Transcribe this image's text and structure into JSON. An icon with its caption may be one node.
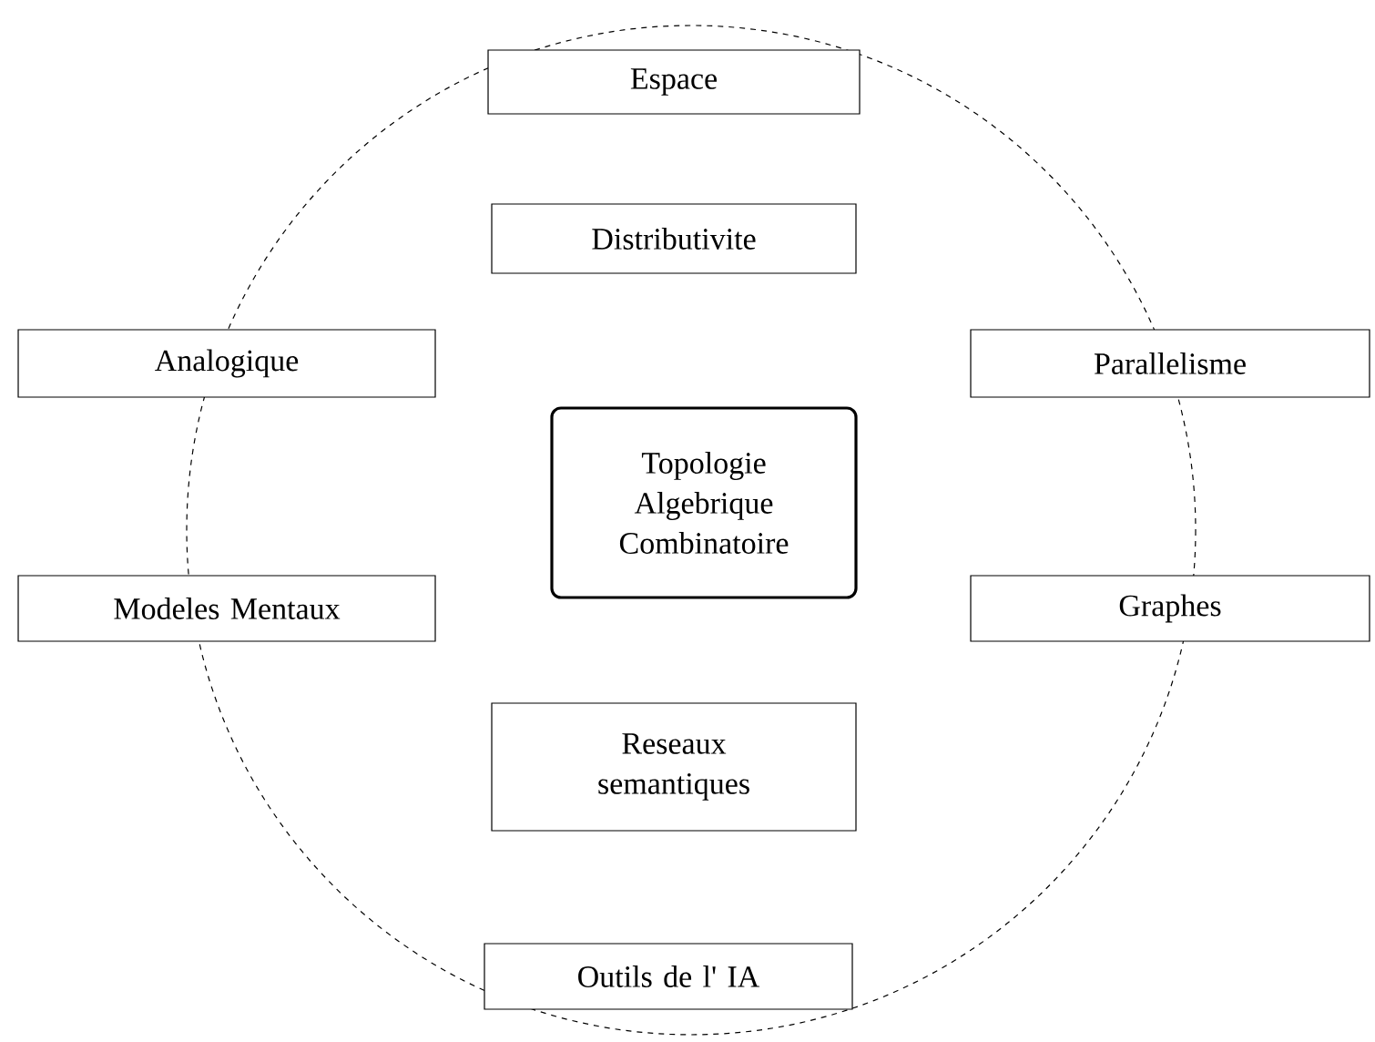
{
  "diagram": {
    "nodes": [
      {
        "text": [
          "Espace"
        ]
      },
      {
        "text": [
          "Distributivite"
        ]
      },
      {
        "text": [
          "Analogique"
        ]
      },
      {
        "text": [
          "Parallelisme"
        ]
      },
      {
        "text": [
          "Topologie Algebrique Combinatoire"
        ]
      },
      {
        "text": [
          "Modeles Mentaux"
        ]
      },
      {
        "text": [
          "Graphes"
        ]
      },
      {
        "text": [
          "Reseaux semantiques"
        ]
      },
      {
        "text": [
          "Outils de l' IA"
        ]
      }
    ]
  }
}
